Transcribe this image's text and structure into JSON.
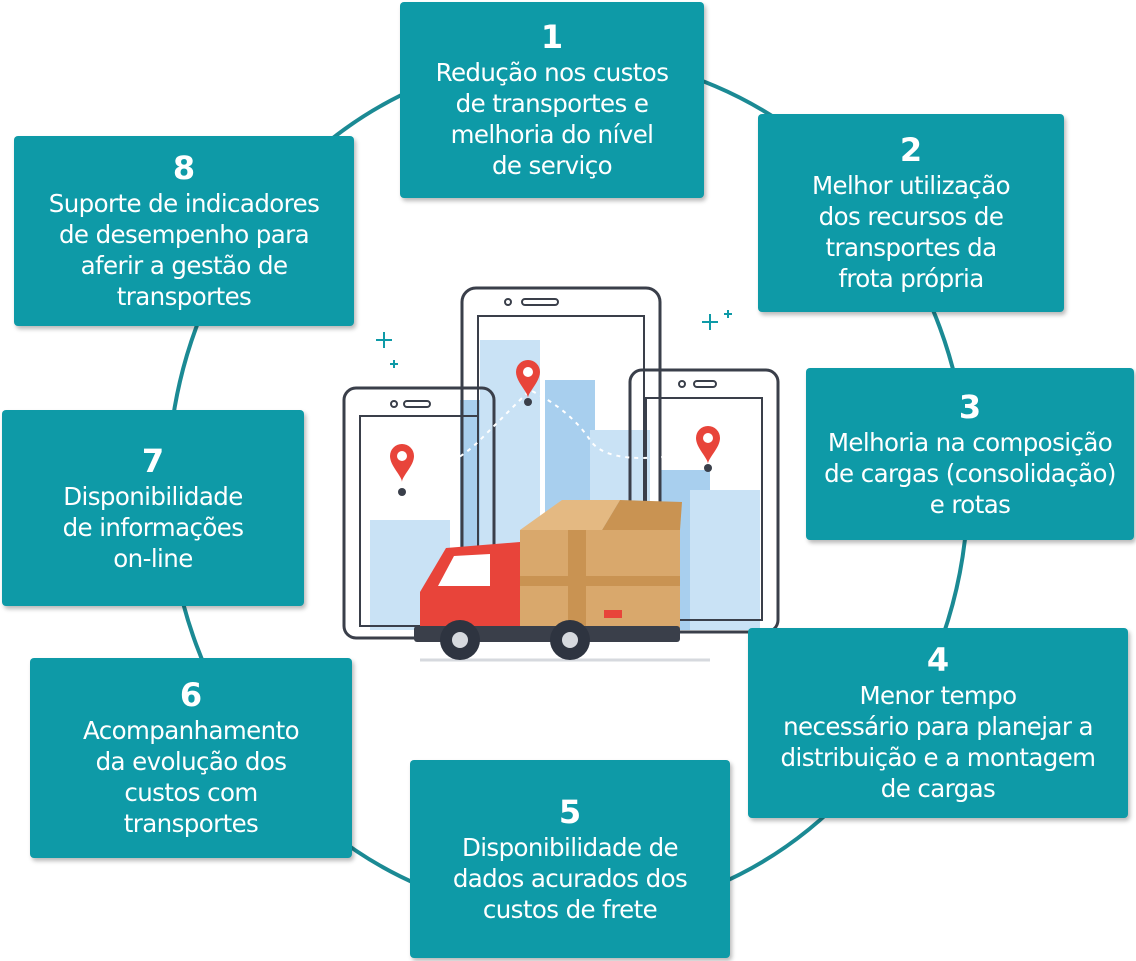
{
  "steps": [
    {
      "number": "1",
      "text": "Redução nos custos\nde transportes e\nmelhoria do nível\nde serviço"
    },
    {
      "number": "2",
      "text": "Melhor utilização\ndos recursos de\ntransportes da\nfrota própria"
    },
    {
      "number": "3",
      "text": "Melhoria na composição\nde cargas (consolidação)\ne rotas"
    },
    {
      "number": "4",
      "text": "Menor tempo\nnecessário para planejar a\ndistribuição e a montagem\nde cargas"
    },
    {
      "number": "5",
      "text": "Disponibilidade de\ndados acurados dos\ncustos de frete"
    },
    {
      "number": "6",
      "text": "Acompanhamento\nda evolução dos\ncustos com\ntransportes"
    },
    {
      "number": "7",
      "text": "Disponibilidade\nde informações\non-line"
    },
    {
      "number": "8",
      "text": "Suporte de indicadores\nde desempenho para\naferir a gestão de\ntransportes"
    }
  ],
  "colors": {
    "card": "#0e9aa7",
    "ring": "#1b8a94",
    "truck_cab": "#e8443a",
    "box": "#d9a86c",
    "map_pin": "#e8443a",
    "building": "#a8cfee"
  },
  "icons": [
    "smartphone-icon",
    "tablet-icon",
    "map-pin-icon",
    "delivery-truck-icon",
    "cardboard-box-icon",
    "sparkle-icon"
  ]
}
